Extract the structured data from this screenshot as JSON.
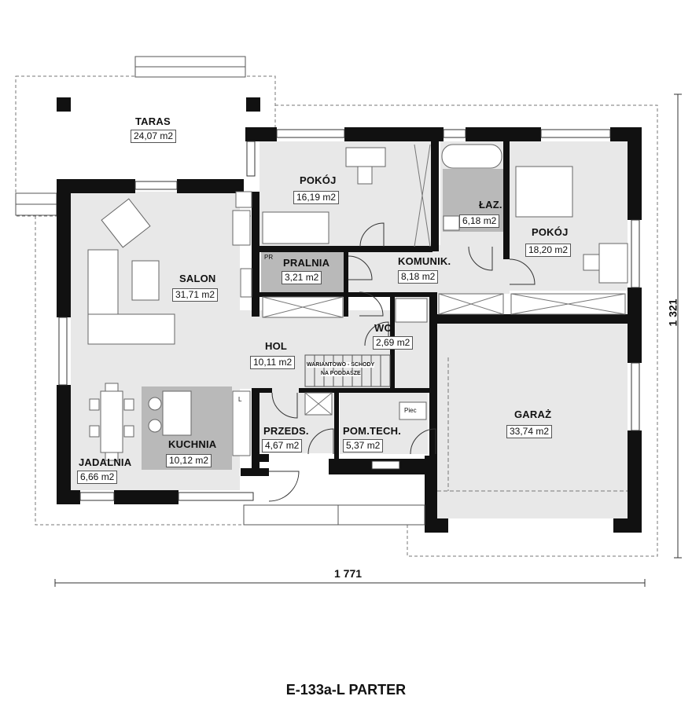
{
  "plan_title": "E-133a-L PARTER",
  "dimensions": {
    "width": "1 771",
    "height": "1 321"
  },
  "rooms": [
    {
      "name": "TARAS",
      "area": "24,07 m2"
    },
    {
      "name": "POKÓJ",
      "area": "16,19 m2"
    },
    {
      "name": "ŁAZ.",
      "area": "6,18 m2"
    },
    {
      "name": "POKÓJ",
      "area": "18,20 m2"
    },
    {
      "name": "SALON",
      "area": "31,71 m2"
    },
    {
      "name": "PRALNIA",
      "area": "3,21 m2"
    },
    {
      "name": "KOMUNIK.",
      "area": "8,18 m2"
    },
    {
      "name": "WC",
      "area": "2,69 m2"
    },
    {
      "name": "HOL",
      "area": "10,11 m2"
    },
    {
      "name": "KUCHNIA",
      "area": "10,12 m2"
    },
    {
      "name": "JADALNIA",
      "area": "6,66 m2"
    },
    {
      "name": "PRZEDS.",
      "area": "4,67 m2"
    },
    {
      "name": "POM.TECH.",
      "area": "5,37 m2"
    },
    {
      "name": "GARAŻ",
      "area": "33,74 m2"
    }
  ],
  "notes": {
    "stairs_line1": "WARIANTOWO - SCHODY",
    "stairs_line2": "NA PODDASZE",
    "washer": "PR",
    "boiler": "Piec",
    "fridge": "L"
  },
  "colors": {
    "wall": "#111111",
    "floor": "#e8e8e8",
    "highlight_floor": "#b9b9b9",
    "furniture": "#ffffff"
  }
}
